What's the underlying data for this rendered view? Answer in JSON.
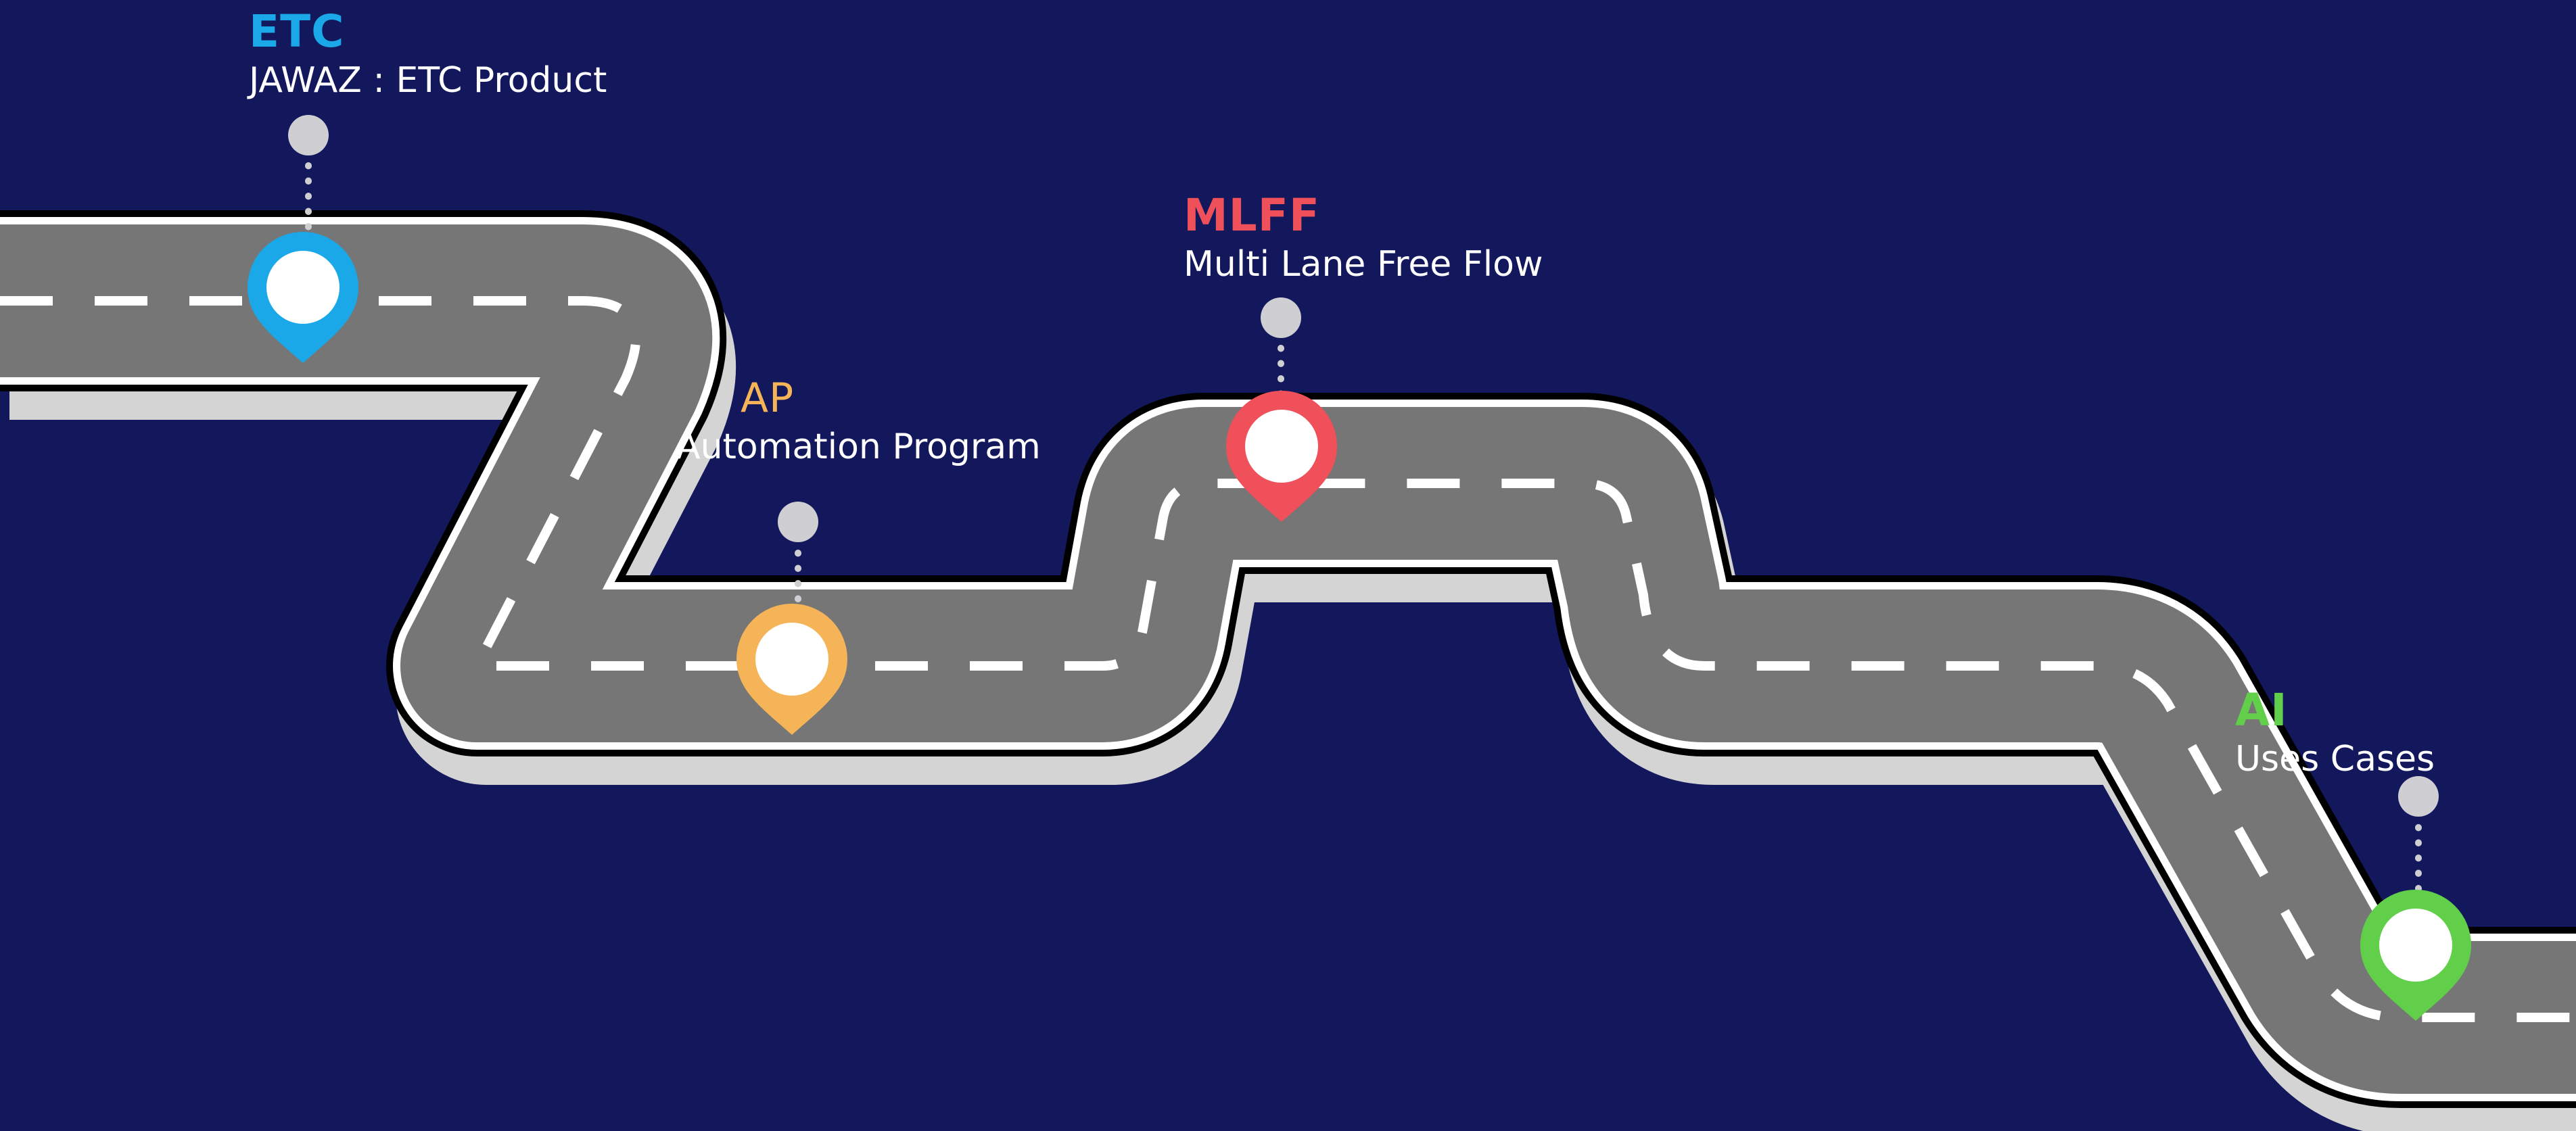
{
  "milestones": {
    "etc": {
      "title": "ETC",
      "subtitle": "JAWAZ : ETC Product",
      "color": "#1aa8e8",
      "icon": "map-pin-icon"
    },
    "ap": {
      "title": "AP",
      "subtitle": "Automation Program",
      "color": "#f4b457",
      "icon": "map-pin-icon"
    },
    "mlff": {
      "title": "MLFF",
      "subtitle": "Multi Lane Free Flow",
      "color": "#ef5059",
      "icon": "map-pin-icon"
    },
    "ai": {
      "title": "AI",
      "subtitle": "Uses Cases",
      "color": "#62cf4b",
      "icon": "map-pin-icon"
    }
  },
  "colors": {
    "background": "#13185c",
    "road": "#767676",
    "road_edge": "#ffffff",
    "road_outline": "#000000",
    "road_shadow": "#d4d4d4",
    "lane_marking": "#ffffff",
    "connector_dot": "#cfcfd3"
  }
}
